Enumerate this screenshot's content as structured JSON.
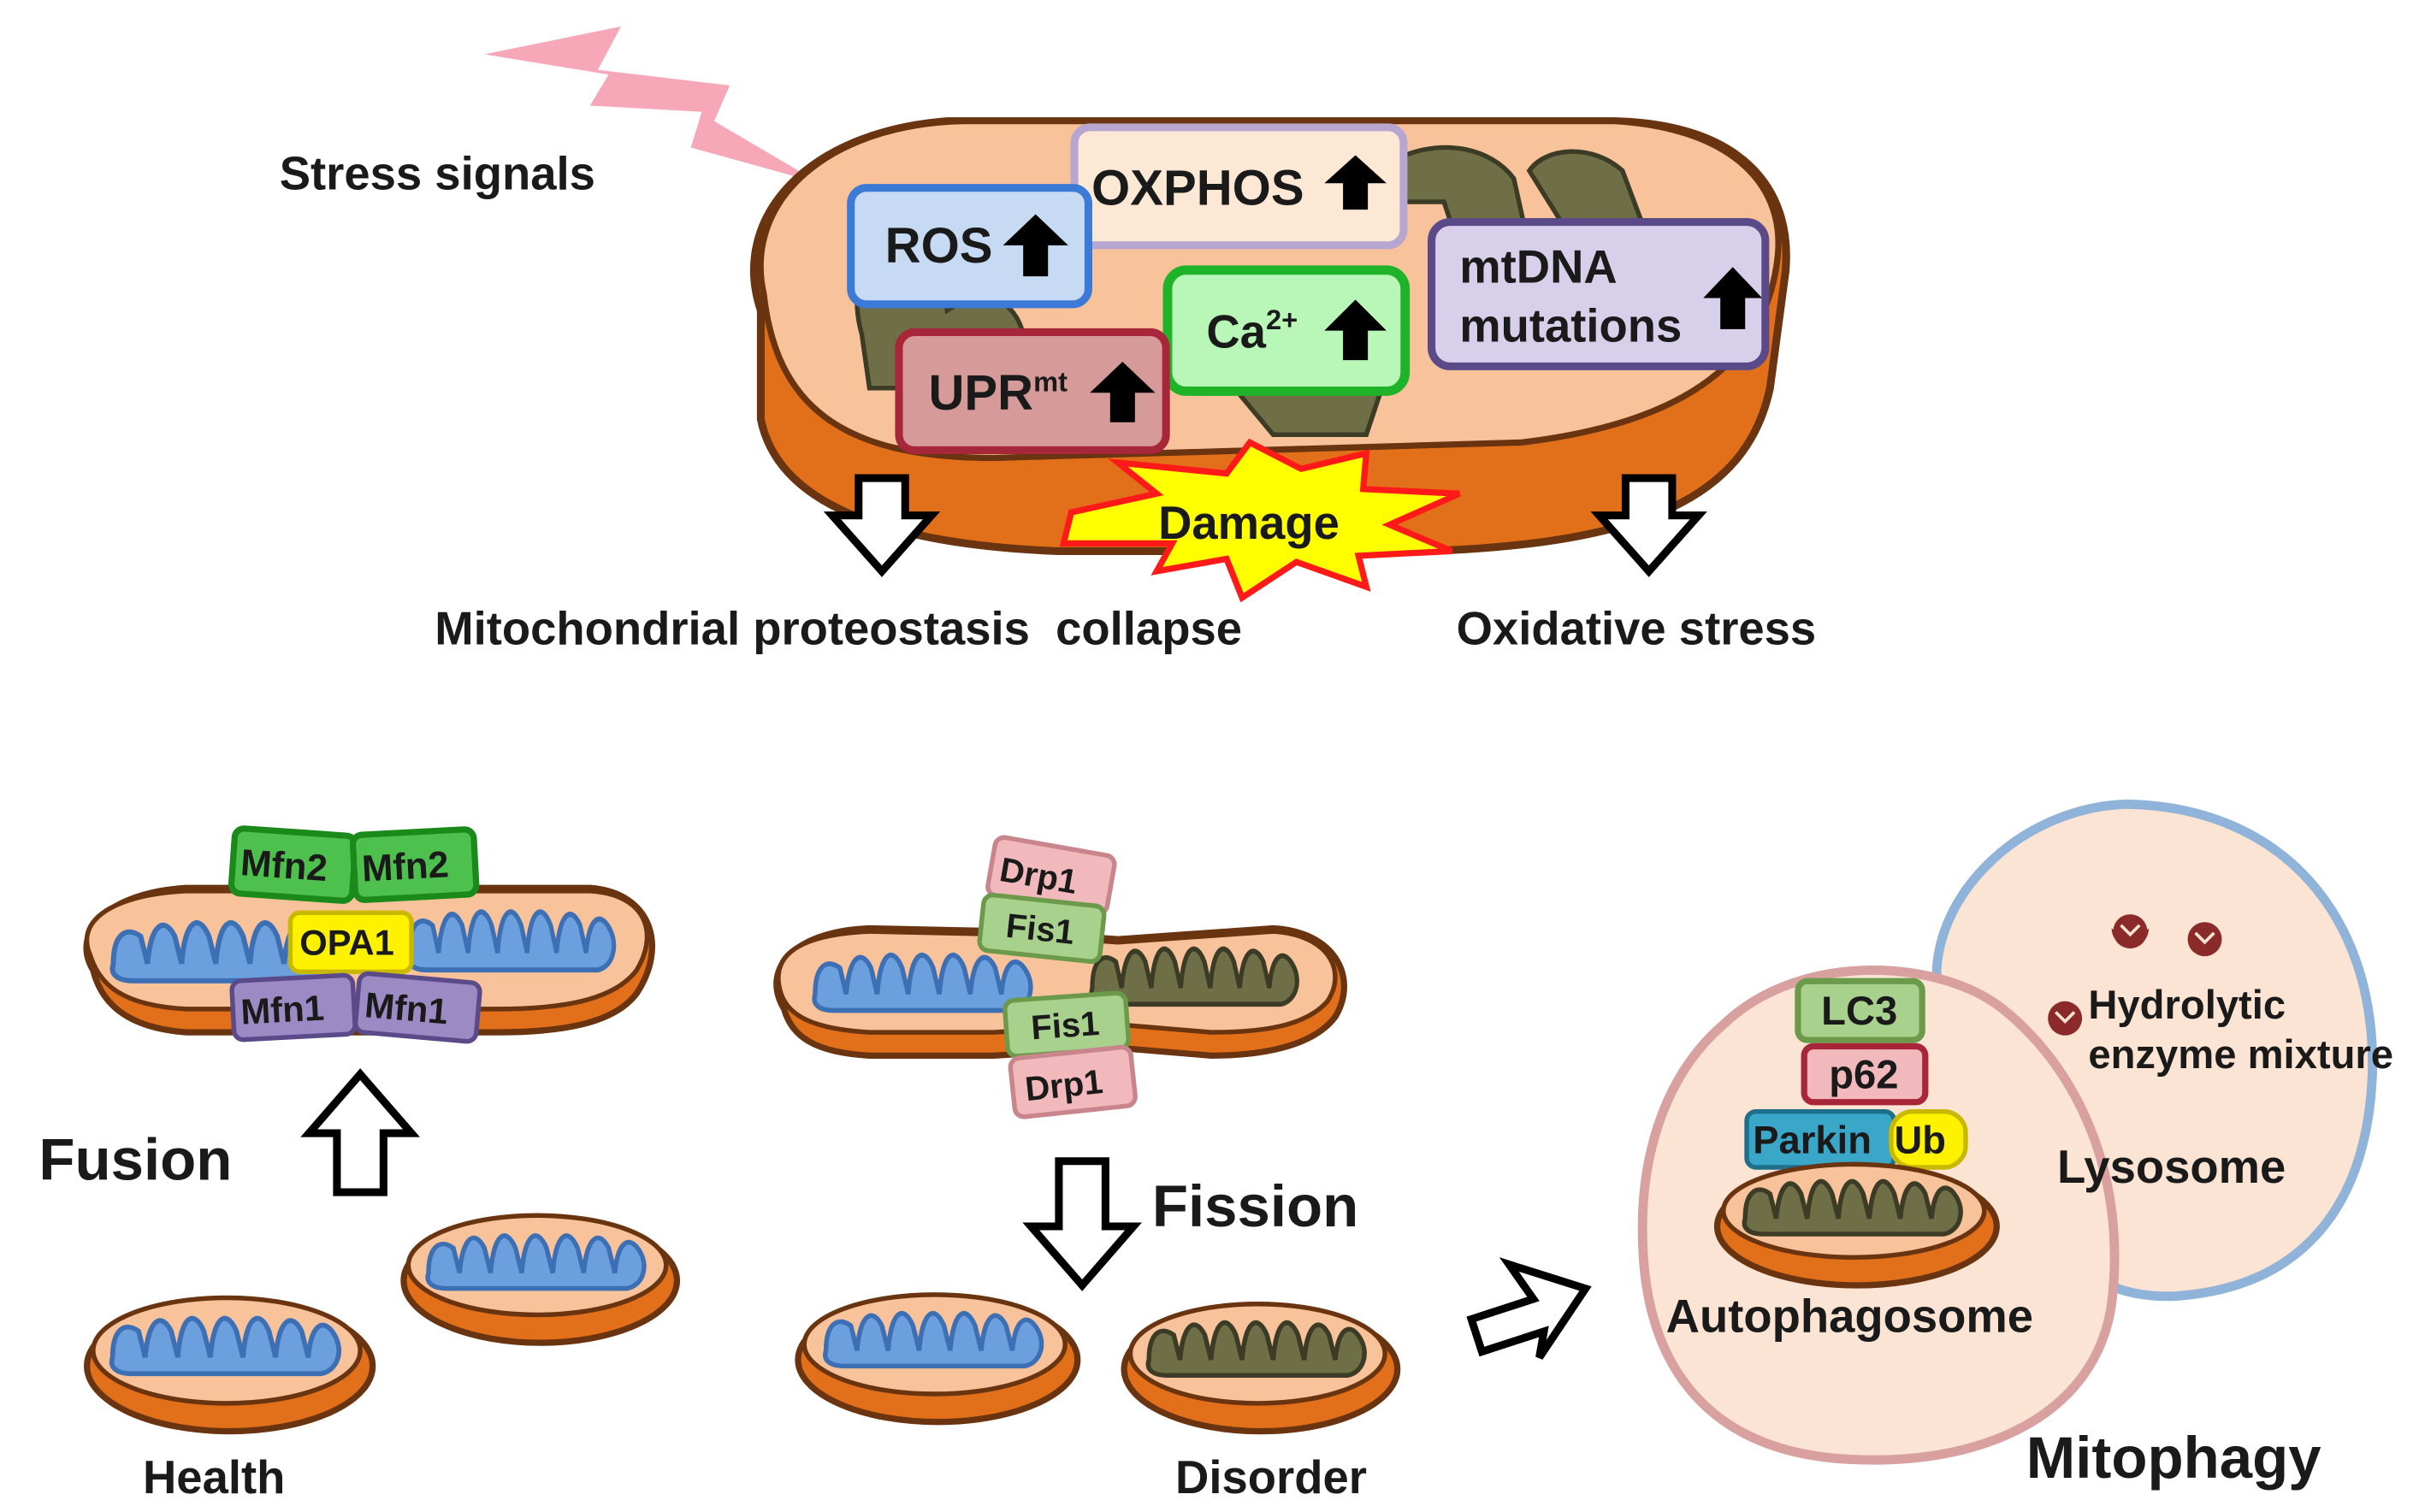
{
  "top": {
    "stress_signals": "Stress signals",
    "ros": "ROS",
    "oxphos": "OXPHOS",
    "mtdna_line1": "mtDNA",
    "mtdna_line2": "mutations",
    "ca": "Ca",
    "ca_sup": "2+",
    "upr": "UPR",
    "upr_sup": "mt",
    "damage": "Damage",
    "proteostasis": "Mitochondrial proteostasis  collapse",
    "oxidative": "Oxidative stress"
  },
  "fusion": {
    "mfn2_left": "Mfn2",
    "mfn2_right": "Mfn2",
    "opa1": "OPA1",
    "mfn1_left": "Mfn1",
    "mfn1_right": "Mfn1",
    "label": "Fusion",
    "health": "Health"
  },
  "fission": {
    "drp1_top": "Drp1",
    "fis1_top": "Fis1",
    "fis1_bottom": "Fis1",
    "drp1_bottom": "Drp1",
    "label": "Fission",
    "disorder": "Disorder"
  },
  "mitophagy": {
    "lc3": "LC3",
    "p62": "p62",
    "parkin": "Parkin",
    "ub": "Ub",
    "hydrolytic_line1": "Hydrolytic",
    "hydrolytic_line2": "enzyme mixture",
    "lysosome": "Lysosome",
    "autophagosome": "Autophagosome",
    "label": "Mitophagy"
  },
  "colors": {
    "outer_membrane": "#e2701a",
    "matrix": "#f8c39a",
    "healthy_cristae": "#6b9fdd",
    "damaged_cristae": "#6f6f47",
    "ros_box": "#c6dbf3",
    "oxphos_box": "#fde8d6",
    "mtdna_box": "#d8d0ea",
    "ca_box": "#b9f7b9",
    "upr_box": "#d69b98",
    "mfn2_box": "#4ec04e",
    "opa1_box": "#fff200",
    "mfn1_box": "#9b8ac4",
    "drp1_box": "#f2b9bd",
    "fis1_box": "#a9d18e",
    "lysosome_border": "#8fb3d9",
    "autophagosome_border": "#d9a0a0",
    "damage_burst": "#ffff00"
  }
}
